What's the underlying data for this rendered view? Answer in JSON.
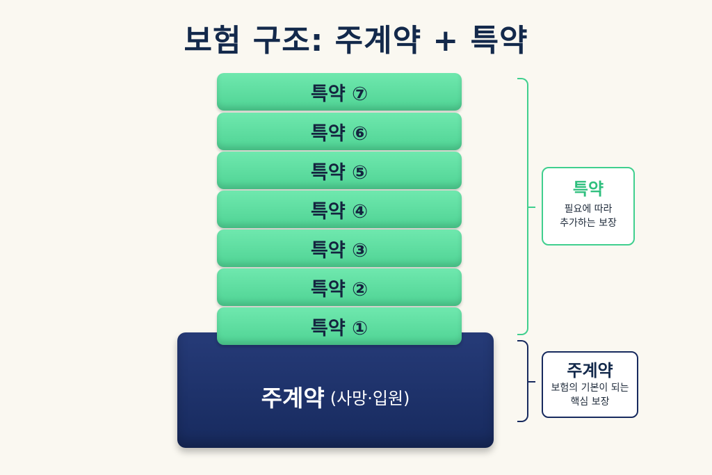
{
  "title": "보험 구조: 주계약 + 특약",
  "riders": [
    "특약 ⑦",
    "특약 ⑥",
    "특약 ⑤",
    "특약 ④",
    "특약 ③",
    "특약 ②",
    "특약 ①"
  ],
  "main_block": {
    "label": "주계약",
    "sub": "(사망·입원)"
  },
  "rider_box": {
    "title": "특약",
    "line1": "필요에 따라",
    "line2": "추가하는 보장"
  },
  "main_box": {
    "title": "주계약",
    "line1": "보험의 기본이 되는",
    "line2": "핵심 보장"
  },
  "colors": {
    "green": "#4fd394",
    "navy": "#1c2f66",
    "title": "#13294b",
    "background": "#faf8f1"
  }
}
